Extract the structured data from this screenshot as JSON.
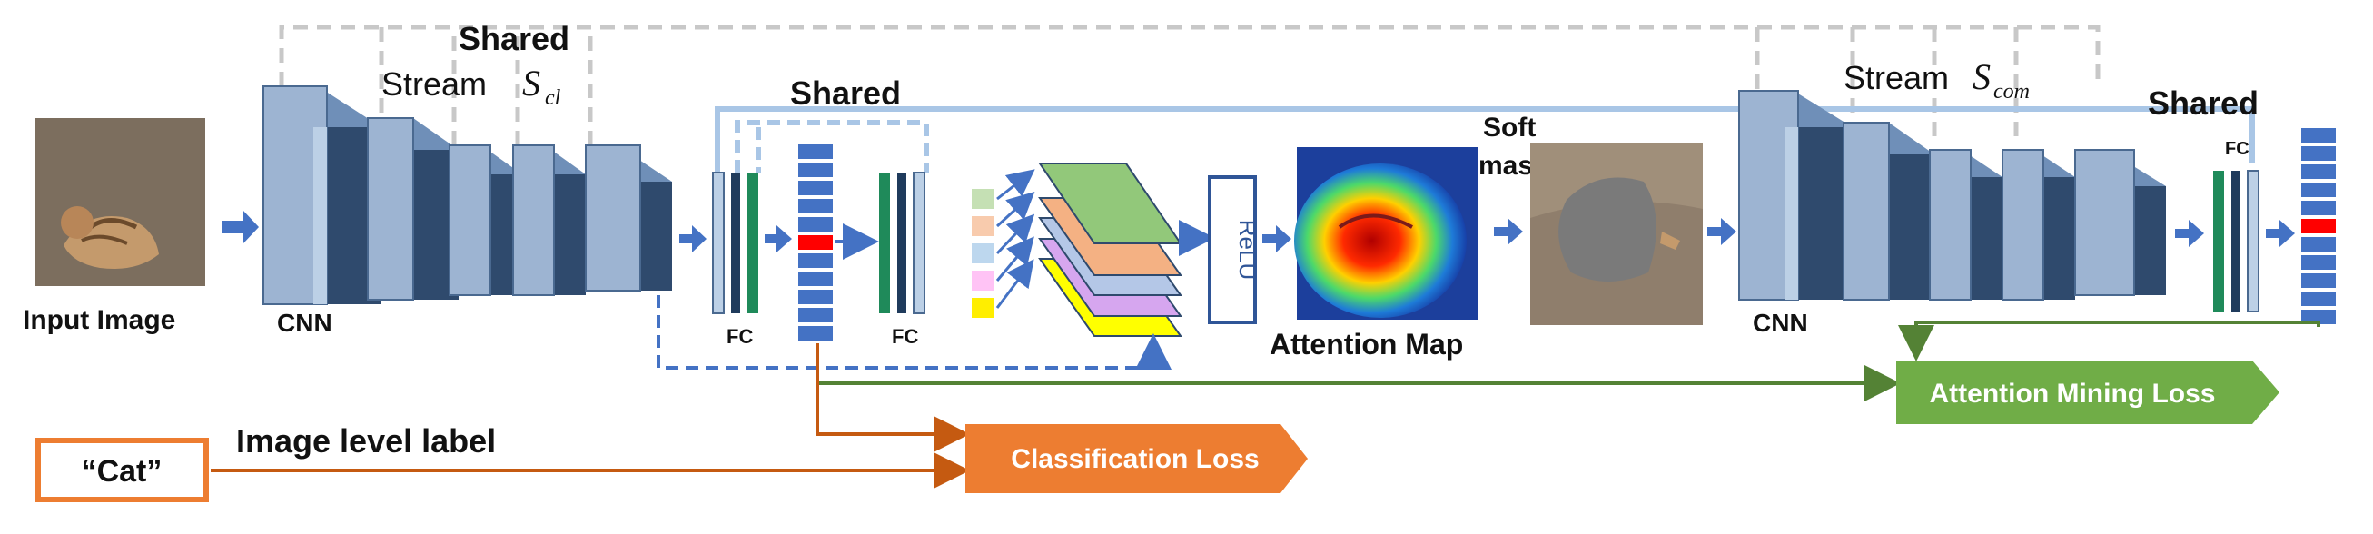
{
  "labels": {
    "input_image": "Input  Image",
    "cnn_left": "CNN",
    "shared_top_left": "Shared",
    "stream_cl_prefix": "Stream",
    "stream_cl_symbol": "S",
    "stream_cl_subscript": "cl",
    "shared_middle": "Shared",
    "fc_left_1": "FC",
    "fc_left_2": "FC",
    "relu": "ReLU",
    "attention_map": "Attention Map",
    "soft_mask_line1": "Soft",
    "soft_mask_line2": "mask",
    "cnn_right": "CNN",
    "stream_com_prefix": "Stream",
    "stream_com_symbol": "S",
    "stream_com_subscript": "com",
    "shared_right": "Shared",
    "fc_right": "FC",
    "attention_mining_loss": "Attention Mining Loss",
    "classification_loss": "Classification Loss",
    "cat_label": "“Cat”",
    "image_level_label": "Image level label"
  },
  "colors": {
    "block_face": "#9db4d2",
    "block_side": "#3b5578",
    "arrow_blue": "#4472c4",
    "shared_gray": "#c8c8c8",
    "shared_lightblue": "#a9c6e6",
    "orange": "#ed7d31",
    "orange_line": "#c55a11",
    "green": "#70ad47",
    "green_line": "#548235",
    "highlight_red": "#ff0000"
  }
}
